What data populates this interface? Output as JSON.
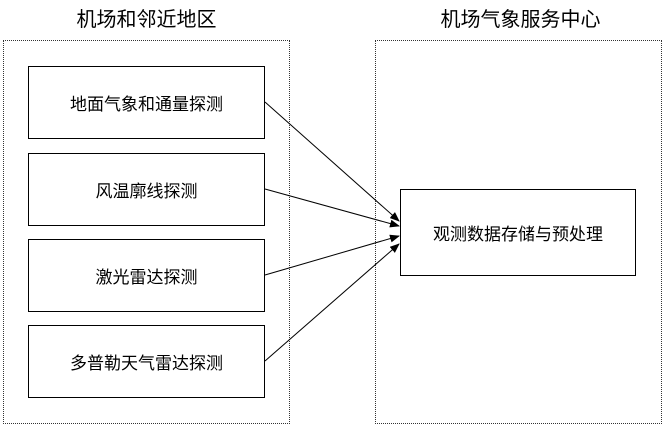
{
  "regions": {
    "left_title": "机场和邻近地区",
    "right_title": "机场气象服务中心"
  },
  "sources": [
    "地面气象和通量探测",
    "风温廓线探测",
    "激光雷达探测",
    "多普勒天气雷达探测"
  ],
  "target": "观测数据存储与预处理"
}
